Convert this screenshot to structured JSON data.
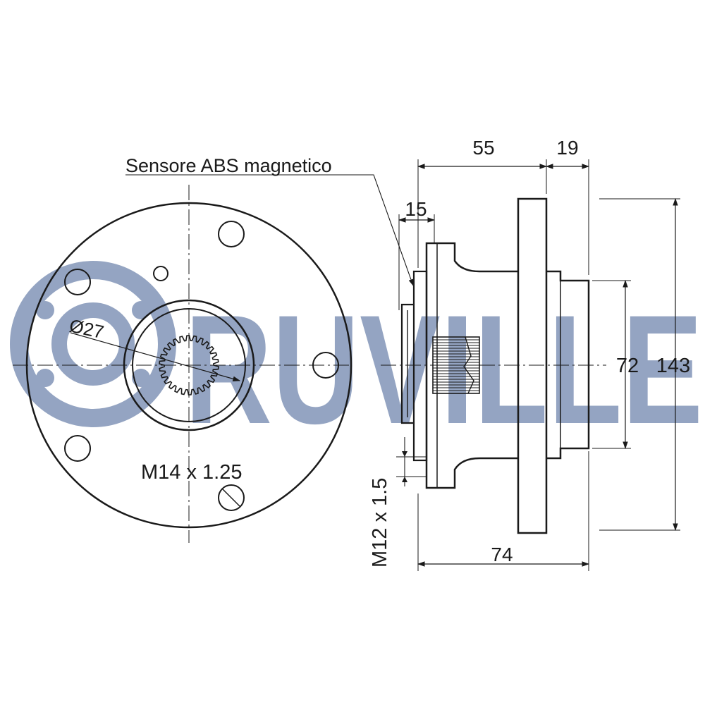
{
  "watermark": {
    "text": "RUVILLE",
    "color": "#8fa0bf"
  },
  "line_color": "#1a1a1a",
  "labels": {
    "abs_sensor": "Sensore ABS magnetico",
    "bore_diameter": "Ø27",
    "front_thread": "M14 x 1.25",
    "side_thread": "M12 x 1.5",
    "dim_55": "55",
    "dim_19": "19",
    "dim_15": "15",
    "dim_72": "72",
    "dim_143": "143",
    "dim_74": "74"
  }
}
